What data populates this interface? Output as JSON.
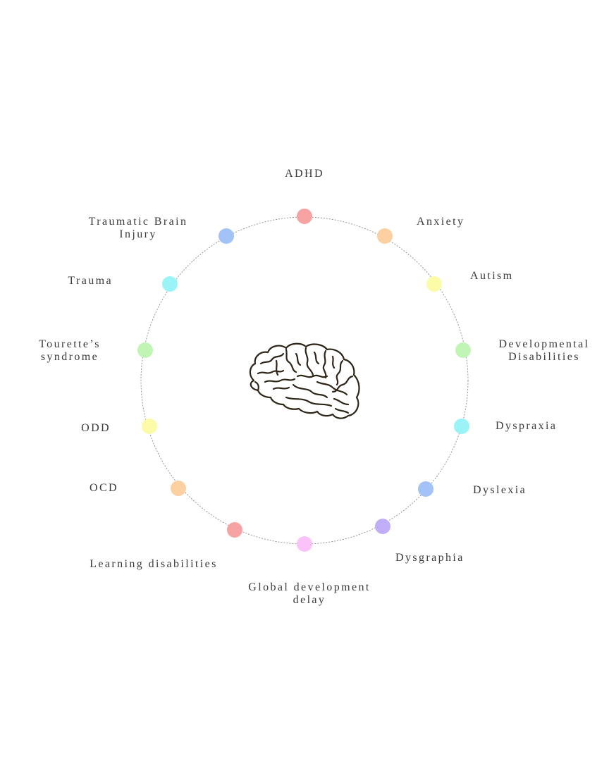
{
  "diagram": {
    "center_icon": "brain-icon",
    "ring_color": "#8a8a8a",
    "nodes": [
      {
        "label": "ADHD",
        "color": "#f8a3a3"
      },
      {
        "label": "Anxiety",
        "color": "#fdd0a2"
      },
      {
        "label": "Autism",
        "color": "#fbfba8"
      },
      {
        "label": "Developmental\nDisabilities",
        "color": "#c1f5b5"
      },
      {
        "label": "Dyspraxia",
        "color": "#9af3f7"
      },
      {
        "label": "Dyslexia",
        "color": "#a3c2f8"
      },
      {
        "label": "Dysgraphia",
        "color": "#c0aef8"
      },
      {
        "label": "Global development\ndelay",
        "color": "#fac2f8"
      },
      {
        "label": "Learning disabilities",
        "color": "#f8a3a3"
      },
      {
        "label": "OCD",
        "color": "#fdd0a2"
      },
      {
        "label": "ODD",
        "color": "#fbfba8"
      },
      {
        "label": "Tourette’s\nsyndrome",
        "color": "#c1f5b5"
      },
      {
        "label": "Trauma",
        "color": "#9af3f7"
      },
      {
        "label": "Traumatic Brain\nInjury",
        "color": "#a3c2f8"
      }
    ]
  }
}
